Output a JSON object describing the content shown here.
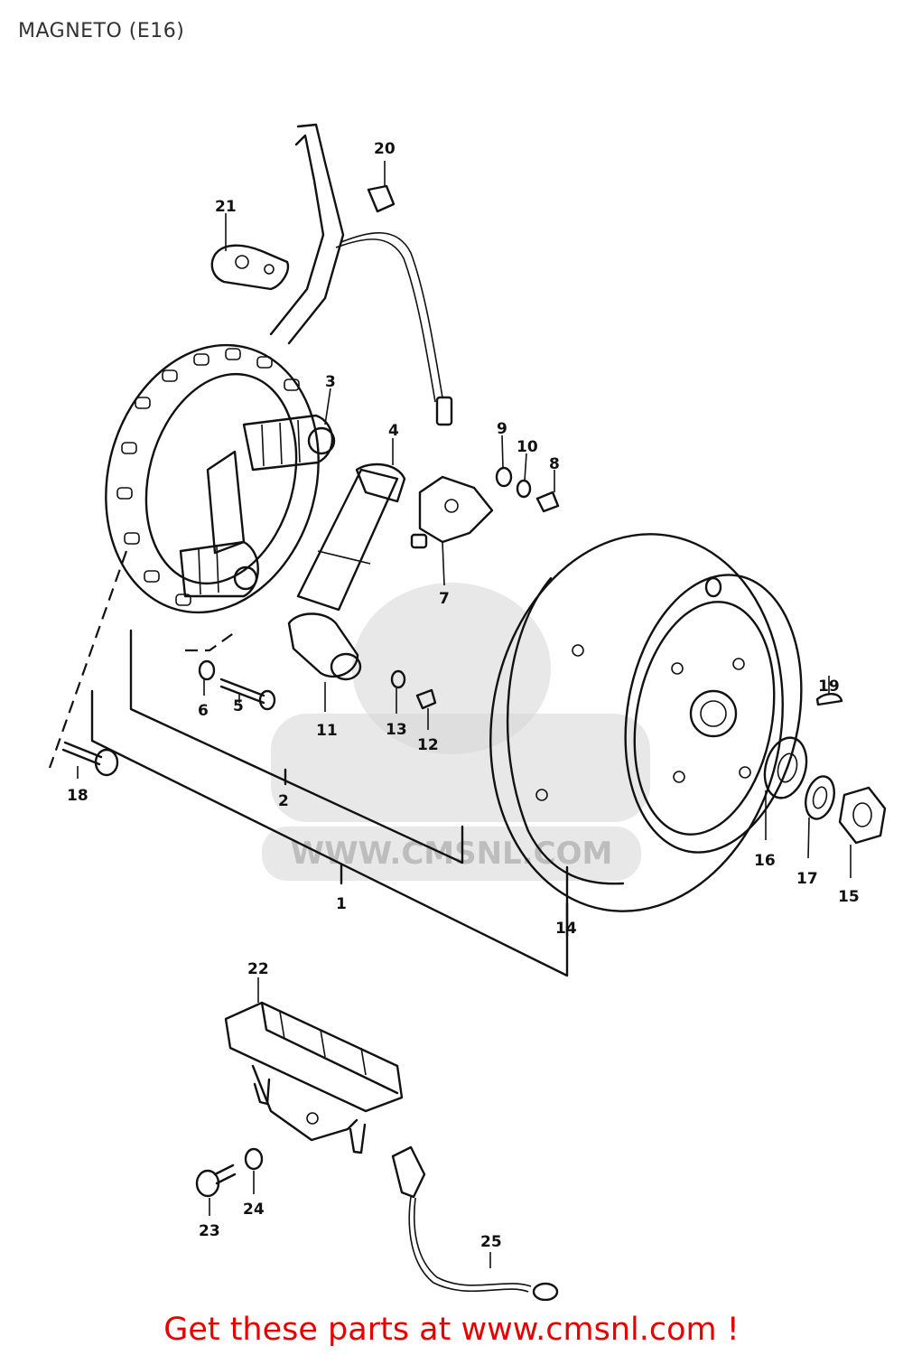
{
  "diagram": {
    "title": "MAGNETO (E16)",
    "watermark": "WWW.CMSNL.COM",
    "callouts": [
      {
        "id": "1",
        "text": "1"
      },
      {
        "id": "2",
        "text": "2"
      },
      {
        "id": "3",
        "text": "3"
      },
      {
        "id": "4",
        "text": "4"
      },
      {
        "id": "5",
        "text": "5"
      },
      {
        "id": "6",
        "text": "6"
      },
      {
        "id": "7",
        "text": "7"
      },
      {
        "id": "8",
        "text": "8"
      },
      {
        "id": "9",
        "text": "9"
      },
      {
        "id": "10",
        "text": "10"
      },
      {
        "id": "11",
        "text": "11"
      },
      {
        "id": "12",
        "text": "12"
      },
      {
        "id": "13",
        "text": "13"
      },
      {
        "id": "14",
        "text": "14"
      },
      {
        "id": "15",
        "text": "15"
      },
      {
        "id": "16",
        "text": "16"
      },
      {
        "id": "17",
        "text": "17"
      },
      {
        "id": "18",
        "text": "18"
      },
      {
        "id": "19",
        "text": "19"
      },
      {
        "id": "20",
        "text": "20"
      },
      {
        "id": "21",
        "text": "21"
      },
      {
        "id": "22",
        "text": "22"
      },
      {
        "id": "23",
        "text": "23"
      },
      {
        "id": "24",
        "text": "24"
      },
      {
        "id": "25",
        "text": "25"
      }
    ]
  },
  "footer": {
    "link_text": "Get these parts at www.cmsnl.com !",
    "link_color": "#e60000"
  }
}
